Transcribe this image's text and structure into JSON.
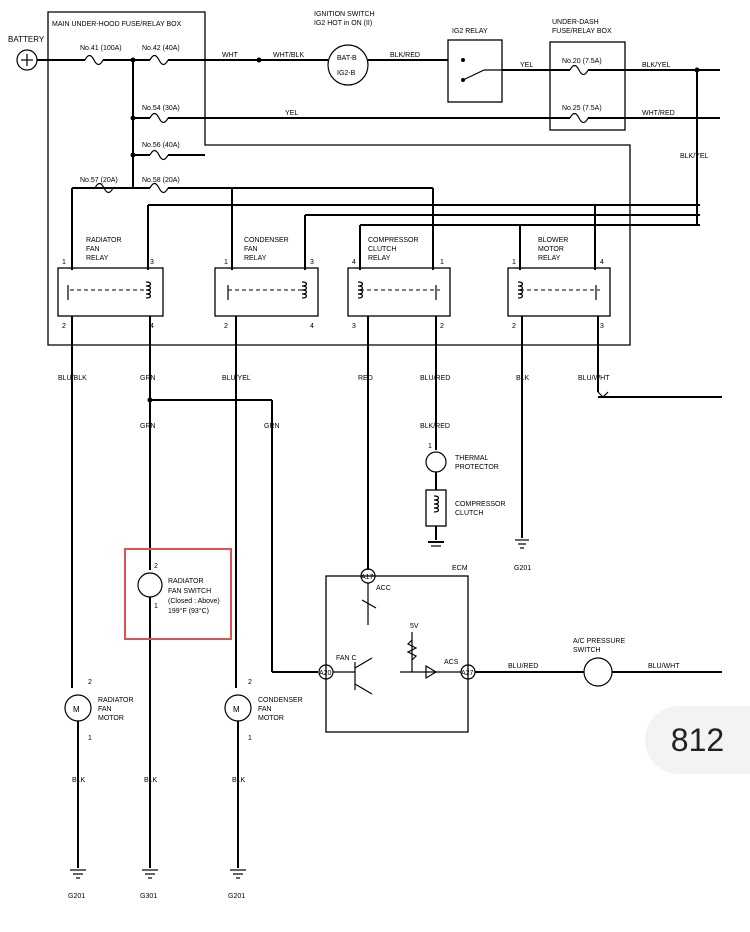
{
  "page_badge": "812",
  "labels": {
    "battery": "BATTERY",
    "main_box": "MAIN UNDER-HOOD FUSE/RELAY BOX",
    "fuse41": "No.41 (100A)",
    "fuse42": "No.42 (40A)",
    "fuse54": "No.54 (30A)",
    "fuse56": "No.56 (40A)",
    "fuse57": "No.57 (20A)",
    "fuse58": "No.58 (20A)",
    "ign_title1": "IGNITION SWITCH",
    "ign_title2": "IG2 HOT in ON (II)",
    "bat_b": "BAT-B",
    "ig2_b": "IG2-B",
    "ig2_relay": "IG2 RELAY",
    "underdash1": "UNDER-DASH",
    "underdash2": "FUSE/RELAY BOX",
    "fuse20": "No.20 (7.5A)",
    "fuse25": "No.25 (7.5A)",
    "wht": "WHT",
    "wht_blk": "WHT/BLK",
    "blk_red_top": "BLK/RED",
    "yel_top": "YEL",
    "yel_mid": "YEL",
    "blk_yel_a": "BLK/YEL",
    "wht_red": "WHT/RED",
    "blk_yel_b": "BLK/YEL",
    "rad_relay1": "RADIATOR",
    "rad_relay2": "FAN",
    "rad_relay3": "RELAY",
    "cond_relay1": "CONDENSER",
    "cond_relay2": "FAN",
    "cond_relay3": "RELAY",
    "comp_relay1": "COMPRESSOR",
    "comp_relay2": "CLUTCH",
    "comp_relay3": "RELAY",
    "blow_relay1": "BLOWER",
    "blow_relay2": "MOTOR",
    "blow_relay3": "RELAY",
    "w_blu_blk": "BLU/BLK",
    "w_grn1": "GRN",
    "w_blu_yel": "BLU/YEL",
    "w_red": "RED",
    "w_blu_red1": "BLU/RED",
    "w_blk1": "BLK",
    "w_blu_wht1": "BLU/WHT",
    "w_grn2": "GRN",
    "w_grn3": "GRN",
    "w_blk_red": "BLK/RED",
    "thermal1": "THERMAL",
    "thermal2": "PROTECTOR",
    "clutch1": "COMPRESSOR",
    "clutch2": "CLUTCH",
    "g201_a": "G201",
    "ecm": "ECM",
    "acc": "ACC",
    "a17": "A17",
    "fanc": "FAN C",
    "a20": "A20",
    "v5": "5V",
    "acs": "ACS",
    "a27": "A27",
    "w_blu_red2": "BLU/RED",
    "acp1": "A/C PRESSURE",
    "acp2": "SWITCH",
    "w_blu_wht2": "BLU/WHT",
    "rfs1": "RADIATOR",
    "rfs2": "FAN SWITCH",
    "rfs3": "(Closed : Above)",
    "rfs4": "199°F (93°C)",
    "rfm1": "RADIATOR",
    "rfm2": "FAN",
    "rfm3": "MOTOR",
    "cfm1": "CONDENSER",
    "cfm2": "FAN",
    "cfm3": "MOTOR",
    "motor_m1": "M",
    "motor_m2": "M",
    "w_blk2": "BLK",
    "w_blk3": "BLK",
    "w_blk4": "BLK",
    "g201_b": "G201",
    "g301": "G301",
    "g201_c": "G201",
    "pin_1": "1",
    "pin_2": "2",
    "pin_3": "3",
    "pin_4": "4"
  }
}
